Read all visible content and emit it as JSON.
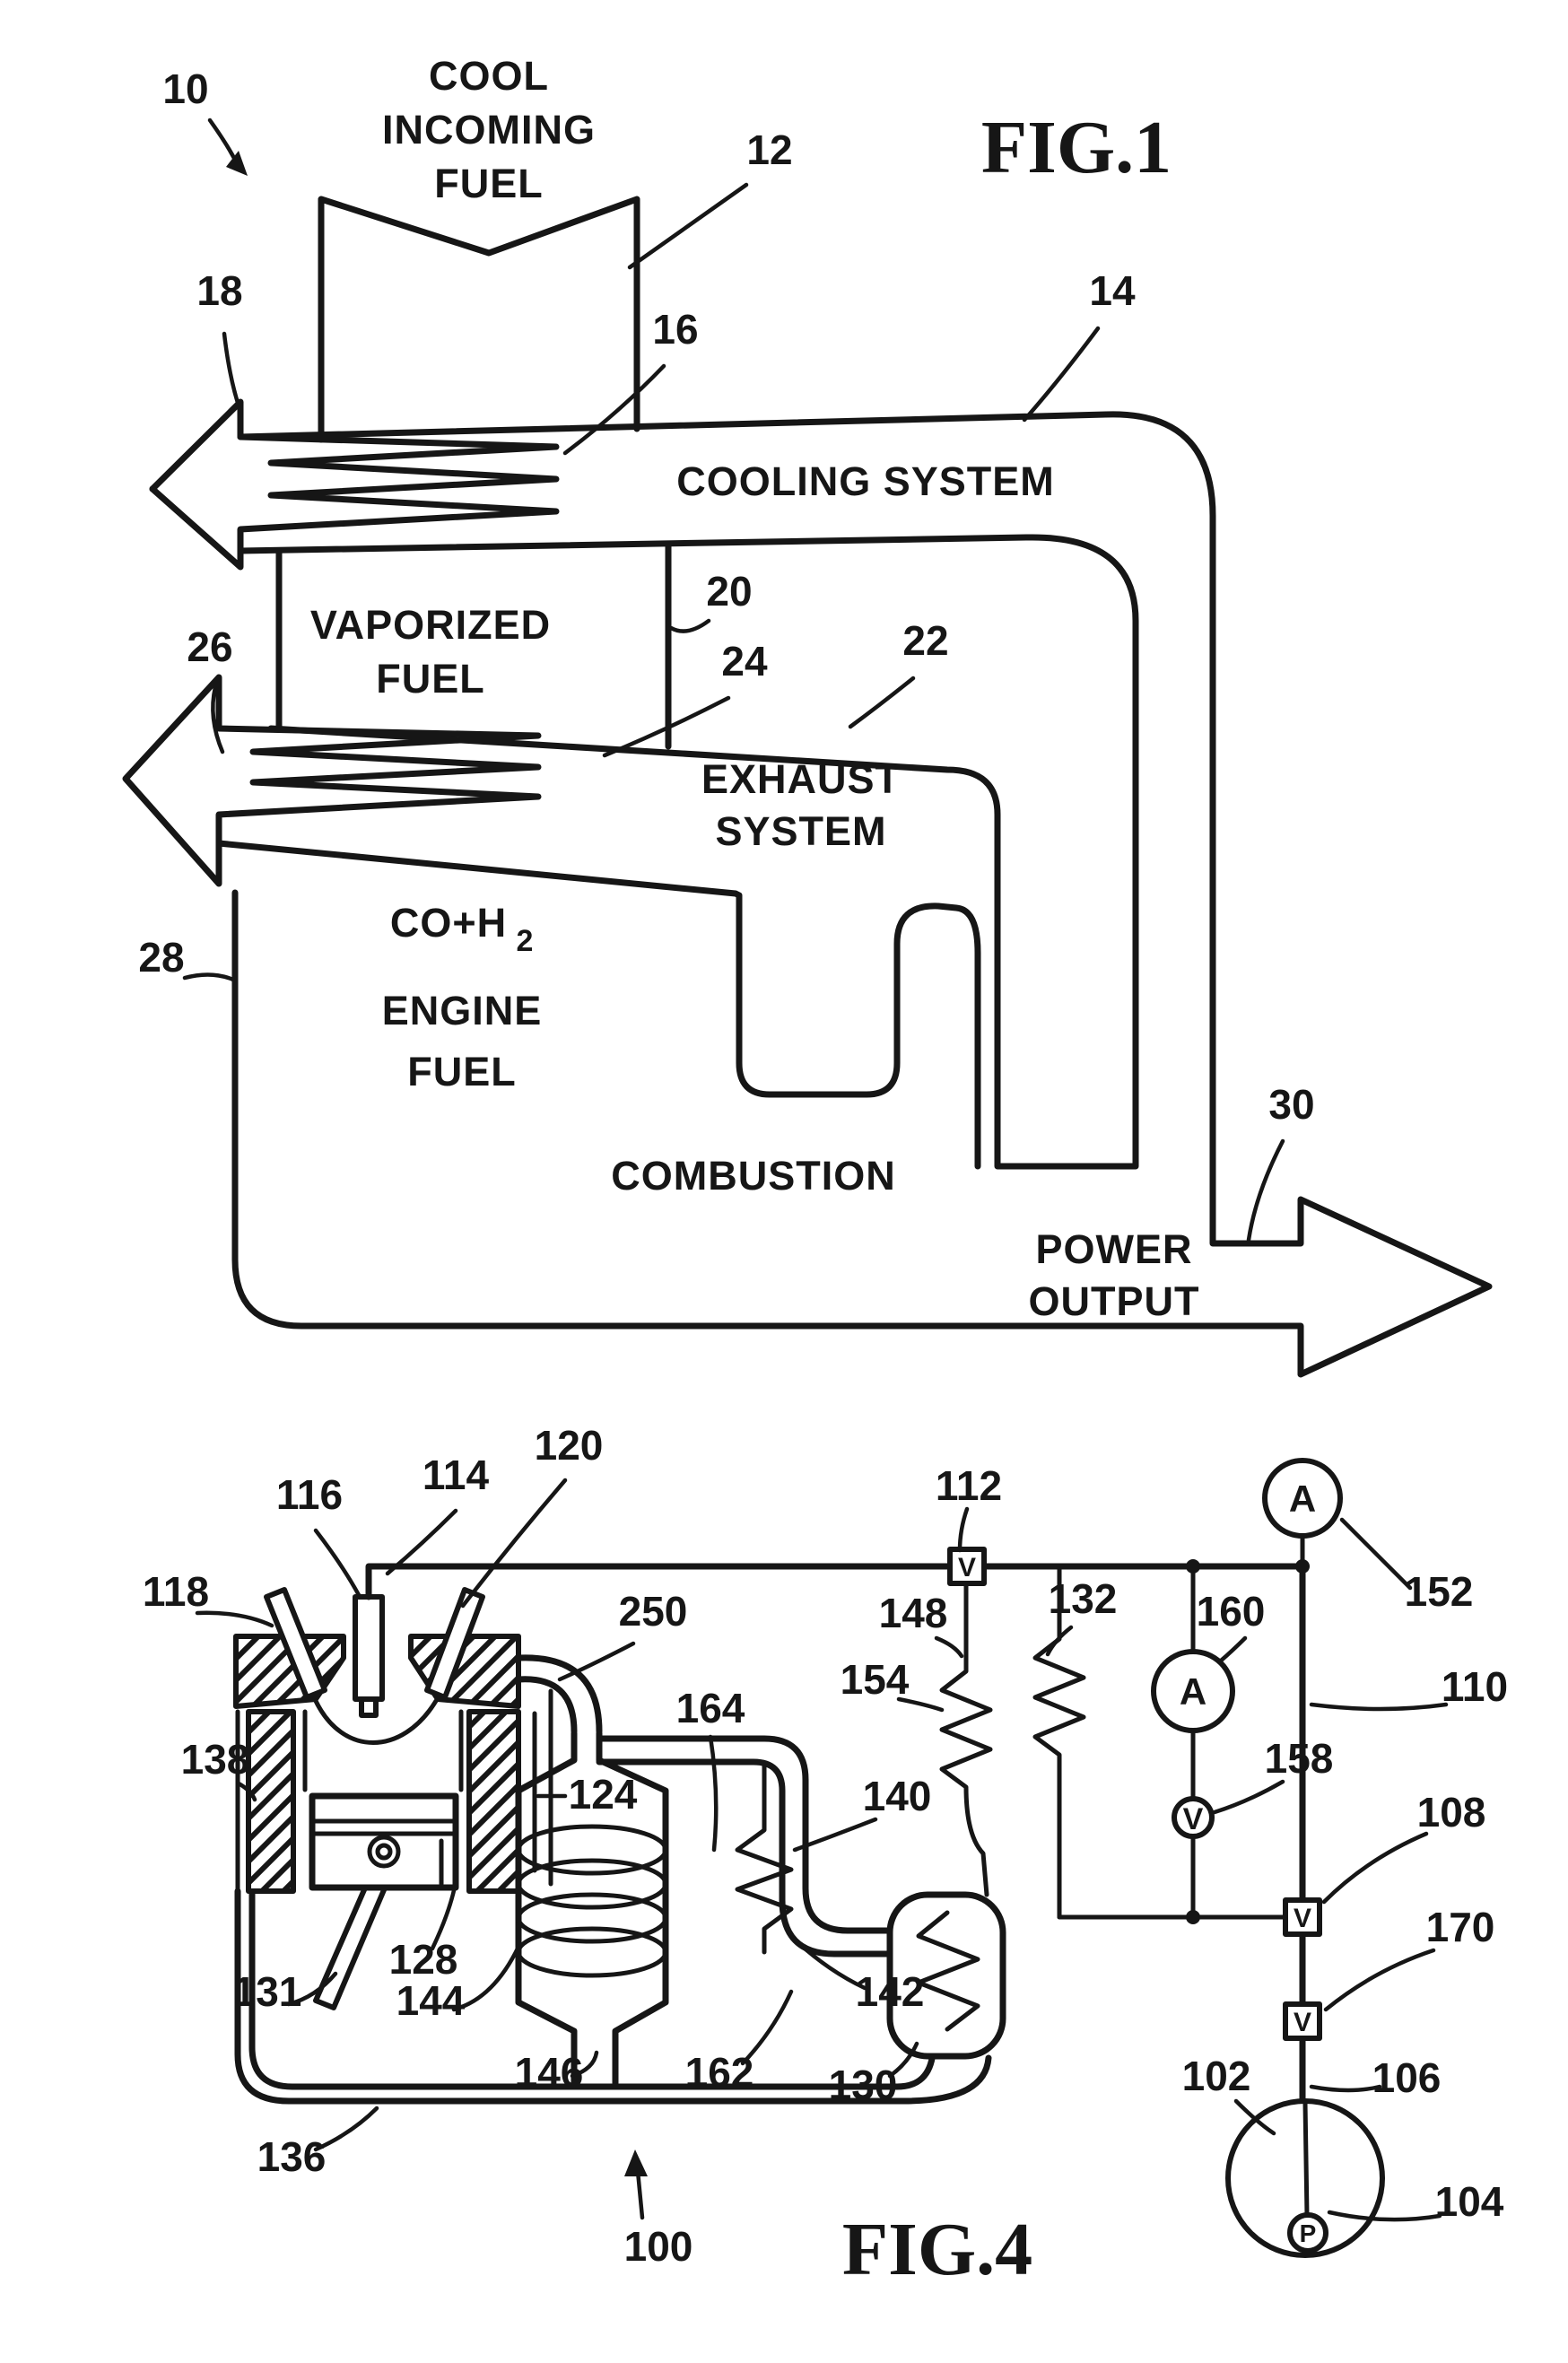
{
  "page": {
    "background": "#ffffff",
    "ink_color": "#161616"
  },
  "fig1": {
    "title": "FIG.1",
    "texts": {
      "cool1": "COOL",
      "cool2": "INCOMING",
      "cool3": "FUEL",
      "cooling_system": "COOLING SYSTEM",
      "vap1": "VAPORIZED",
      "vap2": "FUEL",
      "exh1": "EXHAUST",
      "exh2": "SYSTEM",
      "coh": "CO+H",
      "coh_sub": "2",
      "engine1": "ENGINE",
      "engine2": "FUEL",
      "combustion": "COMBUSTION",
      "power1": "POWER",
      "power2": "OUTPUT"
    },
    "refs": {
      "r10": "10",
      "r12": "12",
      "r14": "14",
      "r16": "16",
      "r18": "18",
      "r20": "20",
      "r22": "22",
      "r24": "24",
      "r26": "26",
      "r28": "28",
      "r30": "30"
    }
  },
  "fig4": {
    "title": "FIG.4",
    "refs": {
      "r100": "100",
      "r102": "102",
      "r104": "104",
      "r106": "106",
      "r108": "108",
      "r110": "110",
      "r112": "112",
      "r114": "114",
      "r116": "116",
      "r118": "118",
      "r120": "120",
      "r124": "124",
      "r128": "128",
      "r130": "130",
      "r131": "131",
      "r132": "132",
      "r136": "136",
      "r138": "138",
      "r140": "140",
      "r142": "142",
      "r144": "144",
      "r146": "146",
      "r148": "148",
      "r152": "152",
      "r154": "154",
      "r158": "158",
      "r160": "160",
      "r162": "162",
      "r164": "164",
      "r170": "170",
      "r250": "250"
    },
    "instruments": {
      "ammeter_152": "A",
      "ammeter_160": "A",
      "voltmeter_158": "V",
      "valve_112": "V",
      "valve_108": "V",
      "valve_170": "V",
      "pump_104": "P"
    }
  }
}
